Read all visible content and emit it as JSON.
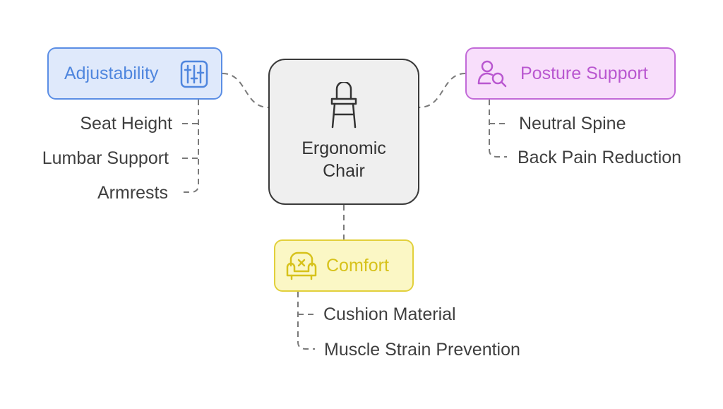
{
  "center": {
    "label": "Ergonomic\nChair",
    "icon": "chair-icon"
  },
  "branches": {
    "adjustability": {
      "label": "Adjustability",
      "icon": "sliders-icon",
      "color": "#5b8ee5",
      "items": [
        "Seat Height",
        "Lumbar Support",
        "Armrests"
      ]
    },
    "posture": {
      "label": "Posture Support",
      "icon": "user-search-icon",
      "color": "#c26ad8",
      "items": [
        "Neutral Spine",
        "Back Pain Reduction"
      ]
    },
    "comfort": {
      "label": "Comfort",
      "icon": "armchair-icon",
      "color": "#e2d03b",
      "items": [
        "Cushion Material",
        "Muscle Strain Prevention"
      ]
    }
  }
}
